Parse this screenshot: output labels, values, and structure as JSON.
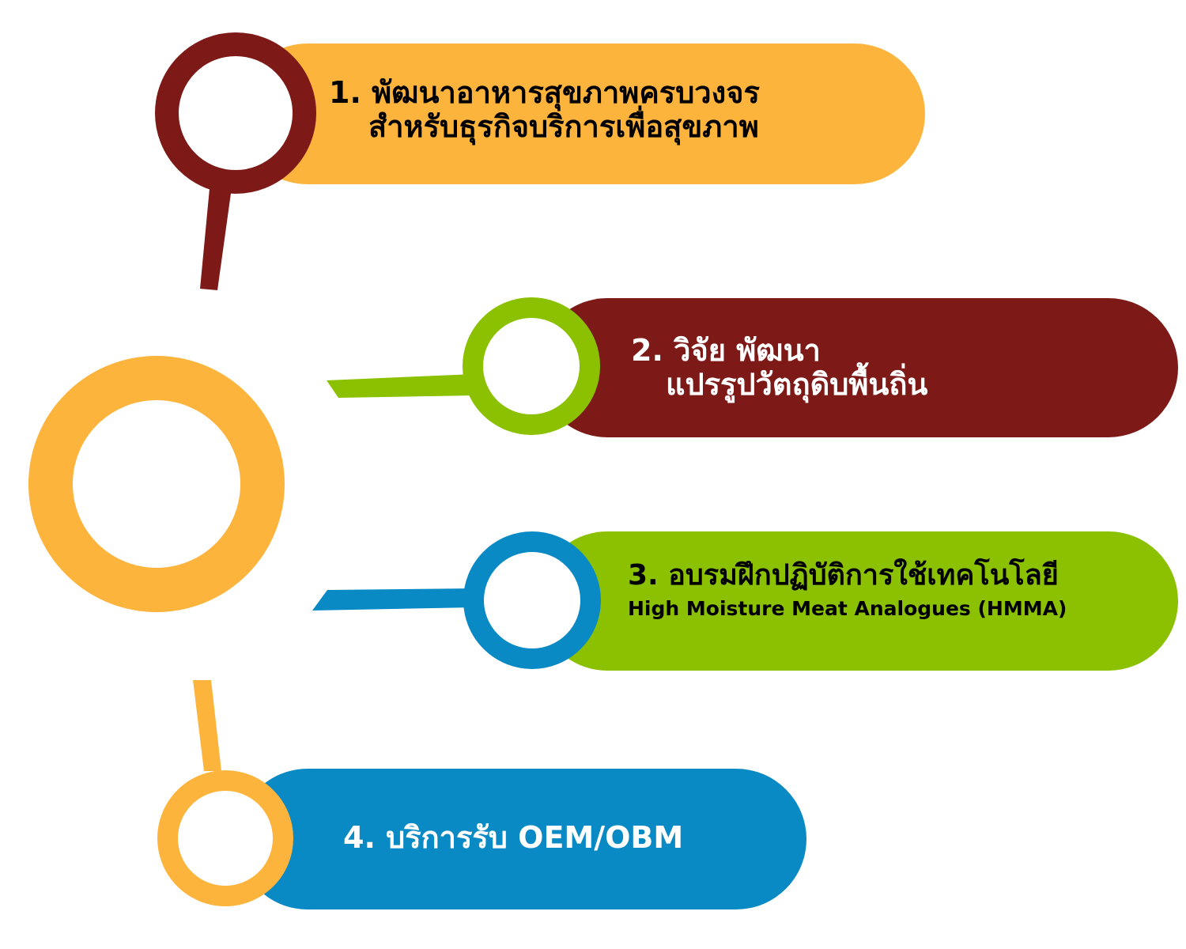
{
  "colors": {
    "orange": "#FDB43D",
    "maroon": "#7D1A18",
    "green": "#8BC100",
    "blue": "#0A8AC4",
    "white": "#FFFFFF",
    "black": "#000000"
  },
  "items": [
    {
      "lines": [
        "1. พัฒนาอาหารสุขภาพครบวงจร",
        "สำหรับธุรกิจบริการเพื่อสุขภาพ"
      ],
      "bar_color": "orange",
      "ring_color": "maroon",
      "text_color": "black"
    },
    {
      "lines": [
        "2. วิจัย พัฒนา",
        "แปรรูปวัตถุดิบพื้นถิ่น"
      ],
      "bar_color": "maroon",
      "ring_color": "green",
      "text_color": "white"
    },
    {
      "lines": [
        "3. อบรมฝึกปฏิบัติการใช้เทคโนโลยี",
        "High Moisture Meat Analogues (HMMA)"
      ],
      "bar_color": "green",
      "ring_color": "blue",
      "text_color": "black"
    },
    {
      "lines": [
        "4. บริการรับ OEM/OBM"
      ],
      "bar_color": "blue",
      "ring_color": "orange",
      "text_color": "white"
    }
  ],
  "hub": {
    "ring_color": "orange"
  }
}
